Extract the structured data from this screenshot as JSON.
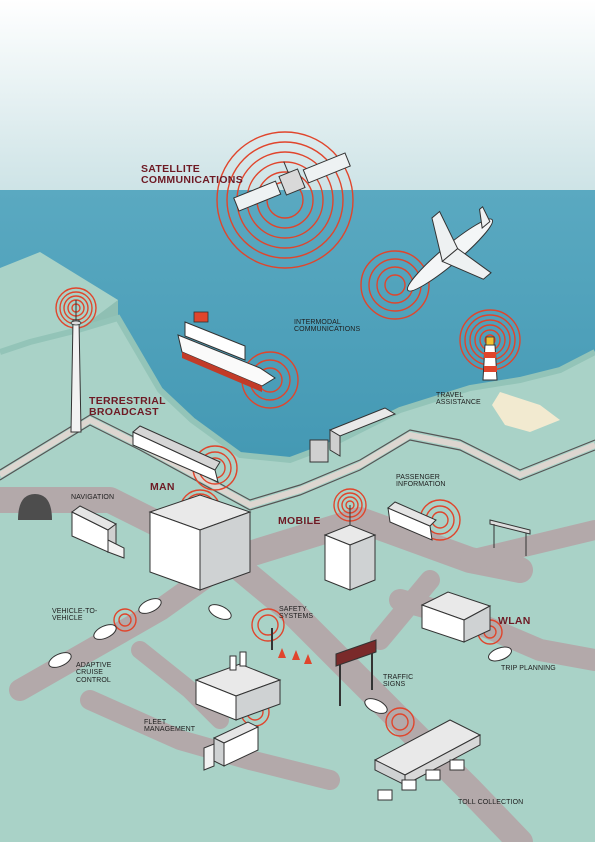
{
  "colors": {
    "sky_top": "#ffffff",
    "sky_bottom": "#cde3e6",
    "sea": "#4a9fba",
    "land": "#a9d2c7",
    "road": "#b3a9aa",
    "signal": "#e0452c",
    "heading": "#6e1a24"
  },
  "labels": {
    "satellite": "SATELLITE\nCOMMUNICATIONS",
    "intermodal": "INTERMODAL\nCOMMUNICATIONS",
    "terrestrial": "TERRESTRIAL\nBROADCAST",
    "travel_assistance": "TRAVEL\nASSISTANCE",
    "man": "MAN",
    "navigation": "NAVIGATION",
    "passenger_information": "PASSENGER\nINFORMATION",
    "mobile": "MOBILE",
    "vehicle_to_vehicle": "VEHICLE-TO-\nVEHICLE",
    "safety_systems": "SAFETY\nSYSTEMS",
    "wlan": "WLAN",
    "adaptive_cruise_control": "ADAPTIVE\nCRUISE\nCONTROL",
    "traffic_signs": "TRAFFIC\nSIGNS",
    "trip_planning": "TRIP PLANNING",
    "fleet_management": "FLEET\nMANAGEMENT",
    "toll_collection": "TOLL COLLECTION"
  },
  "icons": [
    "satellite-icon",
    "airplane-icon",
    "cruise-ship-icon",
    "broadcast-tower-icon",
    "lighthouse-icon",
    "train-icon",
    "truck-icon",
    "tunnel-icon",
    "office-building-icon",
    "cell-tower-building-icon",
    "bus-icon",
    "bus-stop-icon",
    "car-icon",
    "warehouse-icon",
    "factory-icon",
    "traffic-sign-gantry-icon",
    "toll-plaza-icon",
    "traffic-cone-icon",
    "signal-waves-icon"
  ]
}
